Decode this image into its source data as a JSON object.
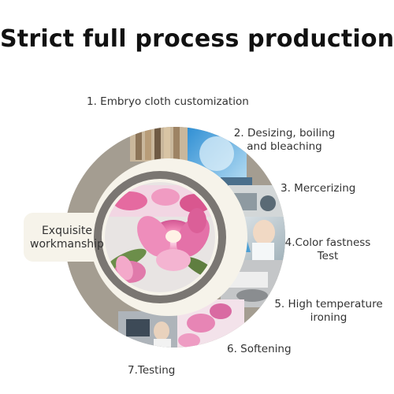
{
  "title": "Strict full process production",
  "center_label": [
    "Exquisite",
    "workmanship"
  ],
  "steps": [
    {
      "label": "1. Embryo cloth customization"
    },
    {
      "label": "2. Desizing, boiling",
      "label2": "and bleaching"
    },
    {
      "label": "3. Mercerizing"
    },
    {
      "label": "4.Color fastness",
      "label2": "Test"
    },
    {
      "label": "5. High temperature",
      "label2": "ironing"
    },
    {
      "label": "6. Softening"
    },
    {
      "label": "7.Testing"
    }
  ],
  "colors": {
    "outer_ring": "#a49d91",
    "inner_band": "#f6f3ea",
    "dark_ring": "#7a7672",
    "flower_pink": "#e96aa2",
    "flower_light": "#f5b3cf",
    "leaf_green": "#6c8e4a"
  }
}
